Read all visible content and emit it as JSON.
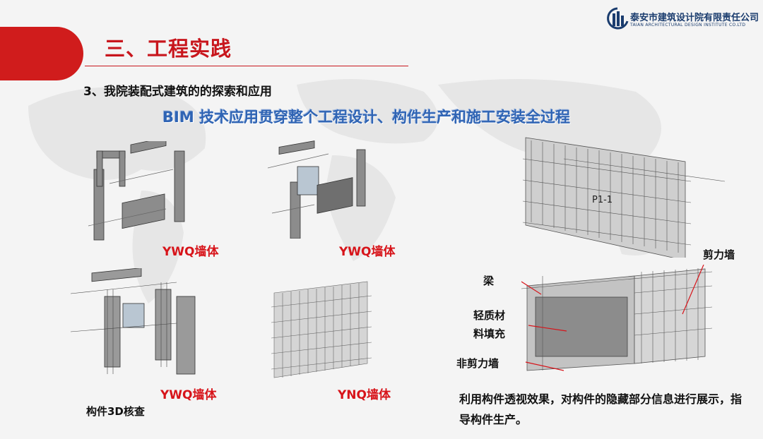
{
  "header": {
    "section_title": "三、工程实践",
    "logo_cn": "泰安市建筑设计院有限责任公司",
    "logo_en": "TAIAN ARCHITECTURAL DESIGN INSTITUTE CO.LTD"
  },
  "subtitle": "3、我院装配式建筑的的探索和应用",
  "bim_heading": "BIM 技术应用贯穿整个工程设计、构件生产和施工安装全过程",
  "figures": {
    "fig1_caption": "YWQ墙体",
    "fig2_caption": "YWQ墙体",
    "fig3_caption": "YWQ墙体",
    "fig4_caption": "YNQ墙体",
    "check_label": "构件3D核查",
    "panel_tag": "P1-1"
  },
  "annotations": {
    "shear_wall": "剪力墙",
    "beam": "梁",
    "light_fill_line1": "轻质材",
    "light_fill_line2": "料填充",
    "non_shear_wall": "非剪力墙"
  },
  "description": "利用构件透视效果，对构件的隐藏部分信息进行展示，指导构件生产。",
  "colors": {
    "brand_red": "#c8161d",
    "bim_blue": "#2f64b4",
    "logo_blue": "#1a3c6e"
  }
}
